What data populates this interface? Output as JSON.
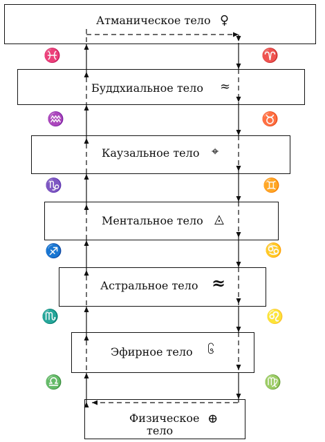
{
  "bodies": [
    {
      "label": "Атманическое тело",
      "glyph": "♀",
      "glyph_name": "venus-like-symbol"
    },
    {
      "label": "Буддхиальное тело",
      "glyph": "≈",
      "glyph_name": "wave-symbol"
    },
    {
      "label": "Каузальное тело",
      "glyph": "⌖",
      "glyph_name": "cross-square-symbol"
    },
    {
      "label": "Ментальное тело",
      "glyph": "◬",
      "glyph_name": "triangle-in-square-symbol"
    },
    {
      "label": "Астральное тело",
      "glyph": "≈",
      "glyph_name": "tilde-wave-symbol"
    },
    {
      "label": "Эфирное тело",
      "glyph": "၆",
      "glyph_name": "spiral-symbol"
    },
    {
      "label_line1": "Физическое",
      "label_line2": "тело",
      "glyph": "⊕",
      "glyph_name": "earth-symbol"
    }
  ],
  "zodiac_left": [
    "♓",
    "♒",
    "♑",
    "♐",
    "♏",
    "♎"
  ],
  "zodiac_right": [
    "♈",
    "♉",
    "♊",
    "♋",
    "♌",
    "♍"
  ],
  "colors": {
    "line": "#111111",
    "background": "#ffffff"
  }
}
